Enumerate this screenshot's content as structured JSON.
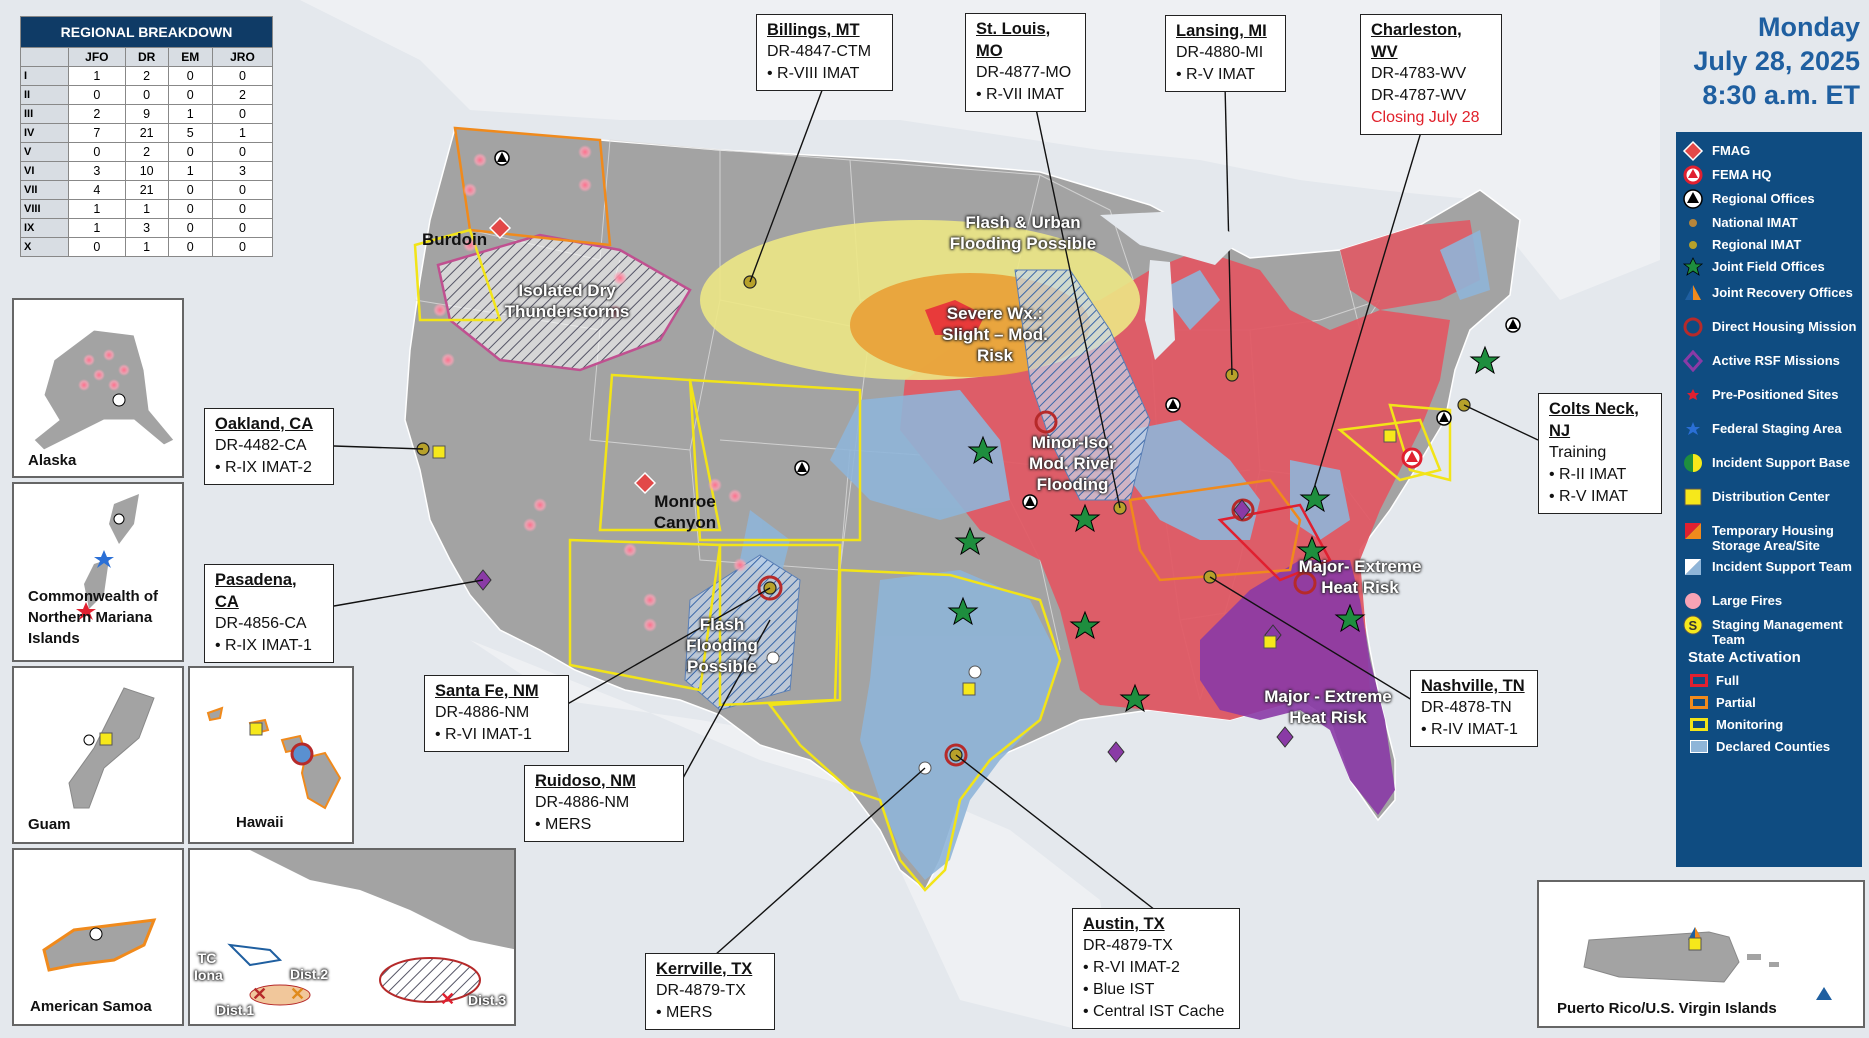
{
  "date": {
    "day": "Monday",
    "date": "July 28, 2025",
    "time": "8:30 a.m. ET"
  },
  "regional_table": {
    "title": "REGIONAL BREAKDOWN",
    "columns": [
      "JFO",
      "DR",
      "EM",
      "JRO"
    ],
    "rows": [
      {
        "region": "I",
        "values": [
          "1",
          "2",
          "0",
          "0"
        ]
      },
      {
        "region": "II",
        "values": [
          "0",
          "0",
          "0",
          "2"
        ]
      },
      {
        "region": "III",
        "values": [
          "2",
          "9",
          "1",
          "0"
        ]
      },
      {
        "region": "IV",
        "values": [
          "7",
          "21",
          "5",
          "1"
        ]
      },
      {
        "region": "V",
        "values": [
          "0",
          "2",
          "0",
          "0"
        ]
      },
      {
        "region": "VI",
        "values": [
          "3",
          "10",
          "1",
          "3"
        ]
      },
      {
        "region": "VII",
        "values": [
          "4",
          "21",
          "0",
          "0"
        ]
      },
      {
        "region": "VIII",
        "values": [
          "1",
          "1",
          "0",
          "0"
        ]
      },
      {
        "region": "IX",
        "values": [
          "1",
          "3",
          "0",
          "0"
        ]
      },
      {
        "region": "X",
        "values": [
          "0",
          "1",
          "0",
          "0"
        ]
      }
    ]
  },
  "callouts": [
    {
      "id": "billings",
      "title": "Billings, MT",
      "lines": [
        "DR-4847-CTM",
        "• R-VIII IMAT"
      ]
    },
    {
      "id": "stlouis",
      "title": "St. Louis, MO",
      "lines": [
        "DR-4877-MO",
        "• R-VII IMAT"
      ]
    },
    {
      "id": "lansing",
      "title": "Lansing, MI",
      "lines": [
        "DR-4880-MI",
        "• R-V IMAT"
      ]
    },
    {
      "id": "charleston",
      "title": "Charleston, WV",
      "lines": [
        "DR-4783-WV",
        "DR-4787-WV"
      ],
      "red_line": "Closing July 28"
    },
    {
      "id": "oakland",
      "title": "Oakland, CA",
      "lines": [
        "DR-4482-CA",
        "• R-IX IMAT-2"
      ]
    },
    {
      "id": "pasadena",
      "title": "Pasadena, CA",
      "lines": [
        "DR-4856-CA",
        "• R-IX IMAT-1"
      ]
    },
    {
      "id": "santafe",
      "title": "Santa Fe, NM",
      "lines": [
        "DR-4886-NM",
        "• R-VI IMAT-1"
      ]
    },
    {
      "id": "ruidoso",
      "title": "Ruidoso, NM",
      "lines": [
        "DR-4886-NM",
        "• MERS"
      ]
    },
    {
      "id": "kerrville",
      "title": "Kerrville, TX",
      "lines": [
        "DR-4879-TX",
        "• MERS"
      ]
    },
    {
      "id": "austin",
      "title": "Austin, TX",
      "lines": [
        "DR-4879-TX",
        "• R-VI IMAT-2",
        "• Blue IST",
        "• Central IST Cache"
      ]
    },
    {
      "id": "nashville",
      "title": "Nashville, TN",
      "lines": [
        "DR-4878-TN",
        "• R-IV IMAT-1"
      ]
    },
    {
      "id": "coltsneck",
      "title": "Colts Neck, NJ",
      "lines": [
        "Training",
        "• R-II IMAT",
        "• R-V IMAT"
      ]
    }
  ],
  "map_labels": {
    "burdoin": "Burdoin",
    "dry_thunder": "Isolated Dry Thunderstorms",
    "flash_urban": "Flash & Urban Flooding Possible",
    "severe": "Severe Wx.: Slight – Mod. Risk",
    "minor_river": "Minor-Iso. Mod. River Flooding",
    "monroe": "Monroe Canyon",
    "flash_flood": "Flash Flooding Possible",
    "heat_north": "Major- Extreme Heat Risk",
    "heat_south": "Major - Extreme Heat Risk"
  },
  "insets": {
    "alaska": "Alaska",
    "cnmi": "Commonwealth of Northern Mariana Islands",
    "guam": "Guam",
    "hawaii": "Hawaii",
    "samoa": "American Samoa",
    "pr": "Puerto Rico/U.S. Virgin Islands",
    "tropics": {
      "tc": "TC Iona",
      "d1": "Dist.1",
      "d2": "Dist.2",
      "d3": "Dist.3"
    }
  },
  "legend": {
    "items": [
      {
        "label": "FMAG",
        "icon": "fmag-icon"
      },
      {
        "label": "FEMA HQ",
        "icon": "fema-hq-icon"
      },
      {
        "label": "Regional Offices",
        "icon": "regional-office-icon"
      },
      {
        "label": "National IMAT",
        "icon": "national-imat-icon"
      },
      {
        "label": "Regional IMAT",
        "icon": "regional-imat-icon"
      },
      {
        "label": "Joint Field Offices",
        "icon": "jfo-star-icon"
      },
      {
        "label": "Joint Recovery Offices",
        "icon": "jro-icon"
      },
      {
        "label": "Direct Housing Mission",
        "icon": "direct-housing-icon"
      },
      {
        "label": "Active RSF Missions",
        "icon": "rsf-icon"
      },
      {
        "label": "Pre-Positioned Sites",
        "icon": "prepositioned-star-icon"
      },
      {
        "label": "Federal Staging Area",
        "icon": "staging-star-icon"
      },
      {
        "label": "Incident Support Base",
        "icon": "isb-icon"
      },
      {
        "label": "Distribution Center",
        "icon": "distribution-icon"
      },
      {
        "label": "Temporary Housing Storage Area/Site",
        "icon": "temp-housing-icon"
      },
      {
        "label": "Incident Support Team",
        "icon": "ist-icon"
      },
      {
        "label": "Large Fires",
        "icon": "fire-icon"
      },
      {
        "label": "Staging Management Team",
        "icon": "smt-icon"
      }
    ],
    "state_activation_title": "State Activation",
    "state_activation": [
      {
        "label": "Full",
        "color": "#e02030"
      },
      {
        "label": "Partial",
        "color": "#f08a1c"
      },
      {
        "label": "Monitoring",
        "color": "#f2e418"
      },
      {
        "label": "Declared Counties",
        "color": "#8fb5d8"
      }
    ]
  },
  "colors": {
    "land": "#a3a3a3",
    "declared": "#8fb5d8",
    "heat": "#e05a65",
    "extreme_heat": "#8a3aa6",
    "severe_outer": "#ece785",
    "severe_mid": "#e9a23a",
    "severe_inner": "#e83a3a",
    "legend_bg": "#0f4c81",
    "fire": "#f7a3b5",
    "star": "#1e8e3e"
  }
}
